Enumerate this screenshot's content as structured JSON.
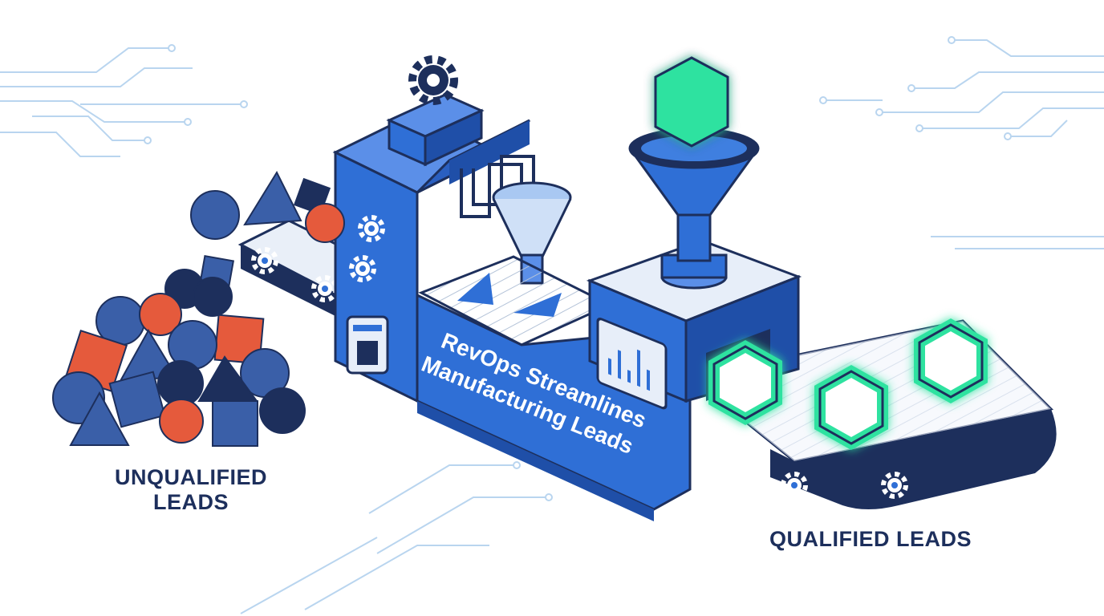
{
  "labels": {
    "unqualified_line1": "UNQUALIFIED",
    "unqualified_line2": "LEADS",
    "qualified": "QUALIFIED LEADS",
    "banner_line1": "RevOps Streamlines",
    "banner_line2": "Manufacturing Leads"
  },
  "colors": {
    "navy": "#1d2f5c",
    "blue": "#2f6fd6",
    "dark_blue": "#1f4fa8",
    "light_blue": "#e7eef9",
    "orange": "#e55a3c",
    "green": "#2de2a0",
    "circuit": "#b9d5ef"
  }
}
